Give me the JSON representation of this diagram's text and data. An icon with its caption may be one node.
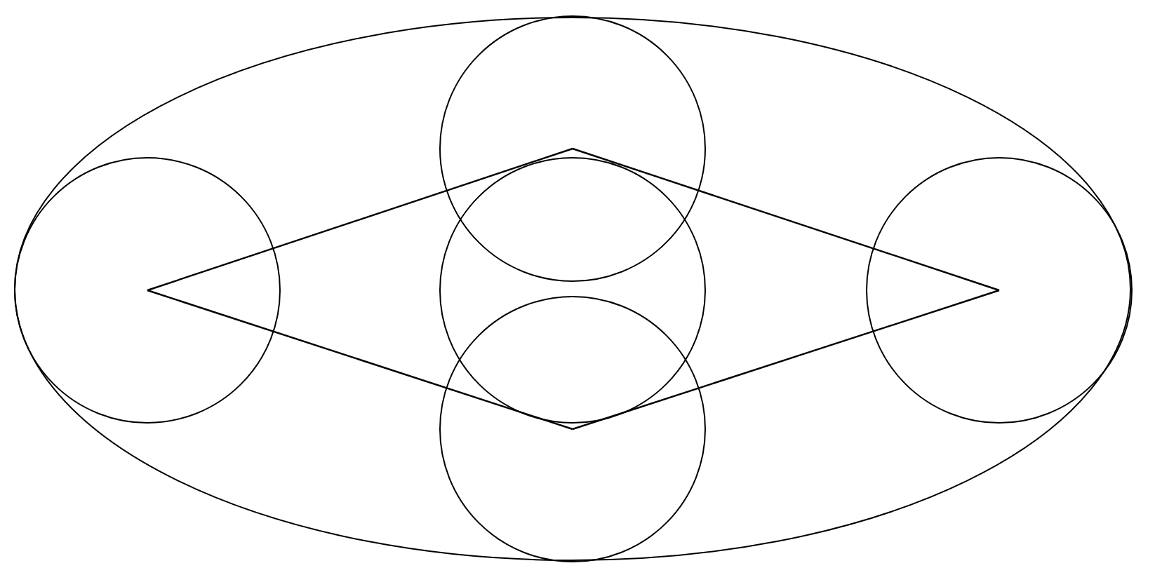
{
  "diagram": {
    "nodes": [
      {
        "text": [],
        "shape": "ellipse"
      },
      {
        "text": [],
        "shape": "circle",
        "in": 0
      },
      {
        "text": [],
        "shape": "circle",
        "in": 0
      },
      {
        "text": [],
        "shape": "circle",
        "in": 0
      },
      {
        "text": [],
        "shape": "circle",
        "in": 0
      },
      {
        "text": [],
        "shape": "circle",
        "in": 0
      }
    ],
    "edges": [
      {
        "from": 1,
        "to": 2,
        "arrow": "none"
      },
      {
        "from": 2,
        "to": 5,
        "arrow": "none"
      },
      {
        "from": 5,
        "to": 4,
        "arrow": "none"
      },
      {
        "from": 4,
        "to": 1,
        "arrow": "none"
      }
    ]
  }
}
